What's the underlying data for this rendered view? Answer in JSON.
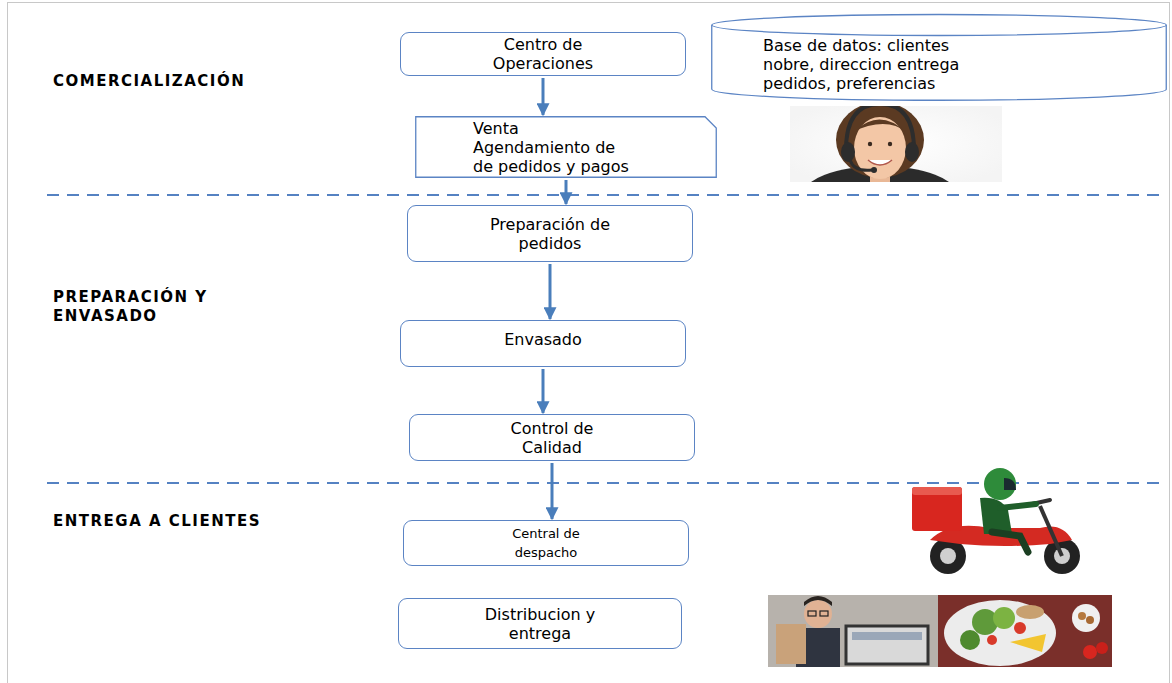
{
  "diagram": {
    "nodes": [
      {
        "text": [
          "Centro de Operaciones"
        ]
      },
      {
        "text": [
          "Base de datos: clientes nobre, direccion entrega pedidos, preferencias"
        ]
      },
      {
        "text": [
          "Venta",
          "Agendamiento de de pedidos y pagos"
        ]
      },
      {
        "text": [
          "Preparación de pedidos"
        ]
      },
      {
        "text": [
          "Envasado"
        ]
      },
      {
        "text": [
          "Control de Calidad"
        ]
      },
      {
        "text": [
          "Central de despacho"
        ]
      },
      {
        "text": [
          "Distribucion y entrega"
        ]
      }
    ],
    "edges": [
      {
        "from": 0,
        "to": 2,
        "arrow": "to"
      },
      {
        "from": 2,
        "to": 3,
        "arrow": "to"
      },
      {
        "from": 3,
        "to": 4,
        "arrow": "to"
      },
      {
        "from": 4,
        "to": 5,
        "arrow": "to"
      },
      {
        "from": 5,
        "to": 6,
        "arrow": "to"
      }
    ],
    "labels": [
      "COMERCIALIZACIÓN",
      "PREPARACIÓN Y ENVASADO",
      "ENTREGA A CLIENTES"
    ]
  }
}
